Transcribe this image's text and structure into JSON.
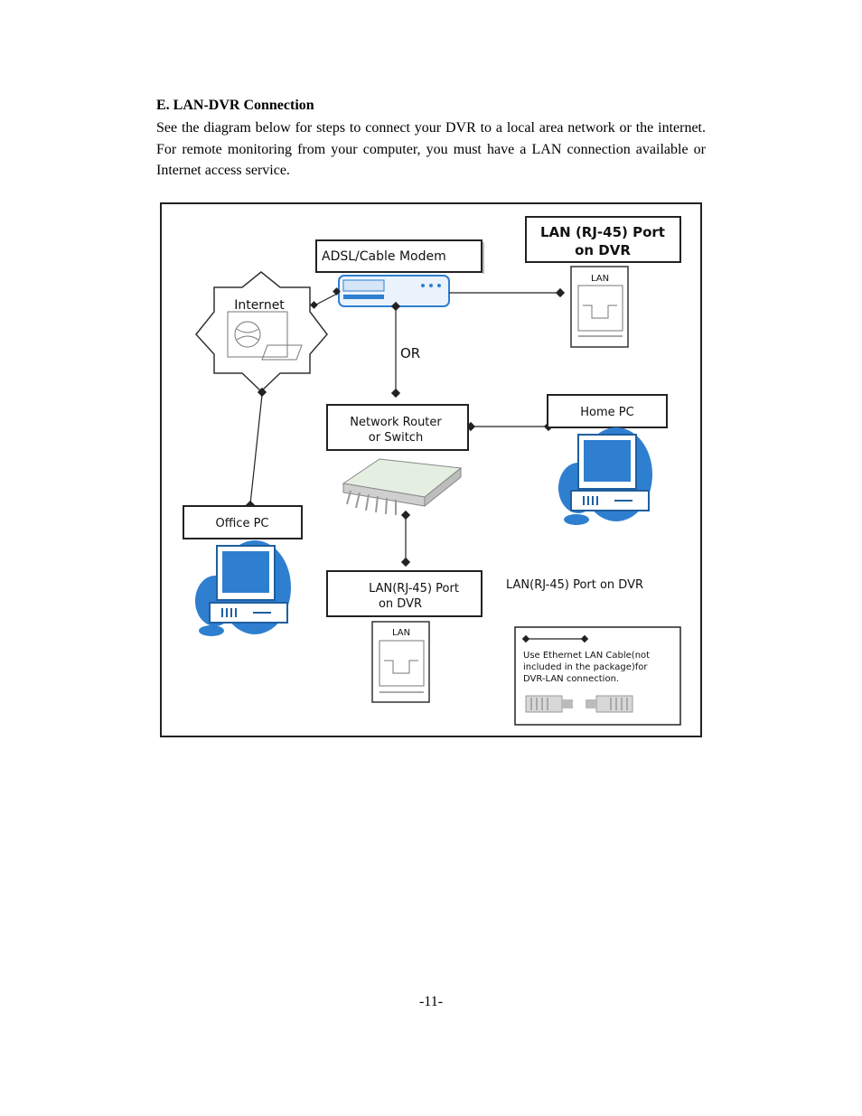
{
  "section": {
    "heading": "E. LAN-DVR Connection",
    "paragraph": "See the diagram below for steps to connect your DVR to a local area network or the internet. For remote monitoring from your computer, you must have a LAN connection available or Internet access service."
  },
  "diagram": {
    "lan_port_top_line1": "LAN (RJ-45) Port",
    "lan_port_top_line2": "on DVR",
    "lan_jack_label": "LAN",
    "modem": "ADSL/Cable Modem",
    "internet": "Internet",
    "or": "OR",
    "router_line1": "Network  Router",
    "router_line2": "or  Switch",
    "home_pc": "Home  PC",
    "office_pc": "Office  PC",
    "lan_port_mid_line1": "LAN(RJ-45)  Port",
    "lan_port_mid_line2": "on  DVR",
    "lan_port_side": "LAN(RJ-45)  Port on  DVR",
    "legend_line1": "Use  Ethernet  LAN  Cable(not",
    "legend_line2": "included  in  the  package)for",
    "legend_line3": "DVR-LAN  connection.",
    "pc_color": "#2f7fd0"
  },
  "footer": {
    "page_number": "-11-"
  }
}
